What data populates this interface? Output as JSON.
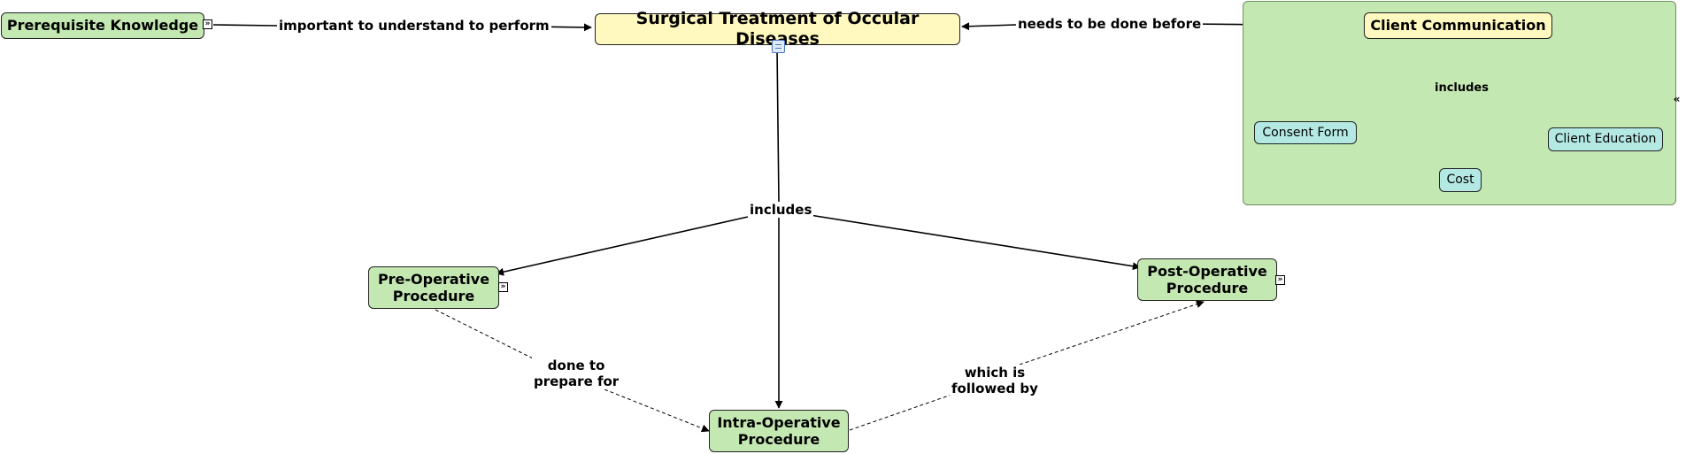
{
  "concepts": {
    "main": "Surgical Treatment of Occular Diseases",
    "prerequisite": "Prerequisite Knowledge",
    "client_communication": "Client Communication",
    "pre_op": "Pre-Operative\nProcedure",
    "intra_op": "Intra-Operative\nProcedure",
    "post_op": "Post-Operative\nProcedure",
    "consent_form": "Consent Form",
    "cost": "Cost",
    "client_education": "Client Education"
  },
  "links": {
    "important": "important to understand to perform",
    "needs_before": "needs to be done before",
    "includes_main": "includes",
    "includes_client": "includes",
    "done_to_prepare": "done to\nprepare for",
    "followed_by": "which is\nfollowed by"
  },
  "icons": {
    "expand": "expand-icon",
    "collapse": "collapse-icon",
    "resource": "document-icon"
  },
  "colors": {
    "concept_green": "#c4e8b2",
    "concept_yellow": "#fff8bf",
    "leaf_teal": "#b3e8e3",
    "group_box": "#c4e8b2"
  }
}
